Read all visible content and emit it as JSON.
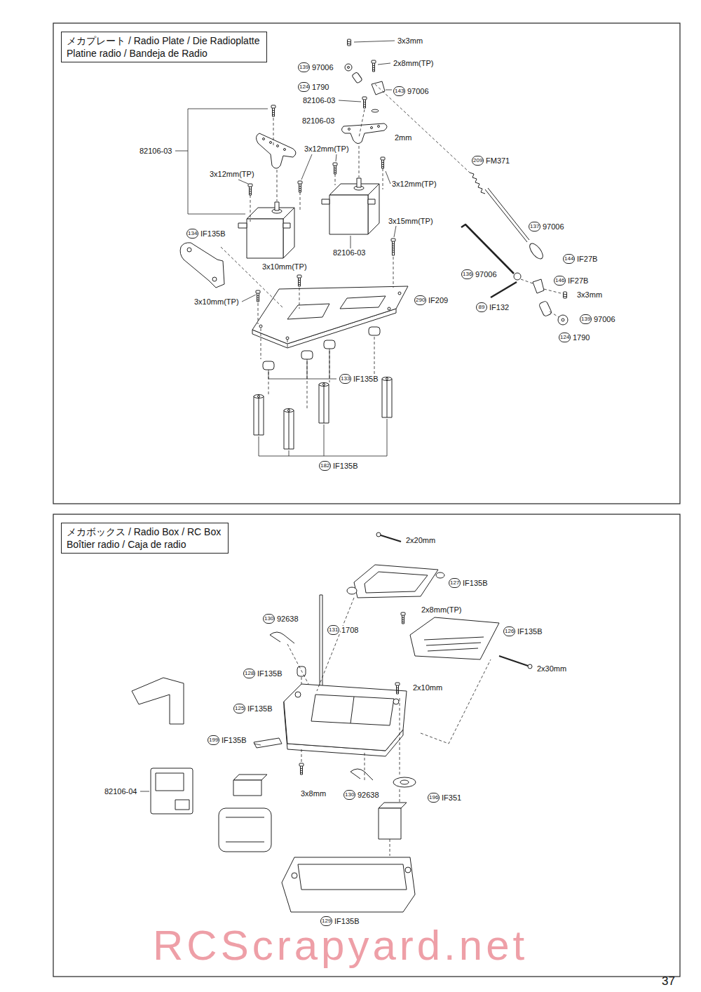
{
  "diagram": {
    "nodes": [
      {
        "text": [
          "メカプレート / Radio Plate / Die Radioplatte",
          "Platine radio / Bandeja de Radio"
        ]
      },
      {
        "text": [
          "メカボックス / Radio Box / RC Box",
          "Boîtier radio / Caja de radio"
        ]
      }
    ],
    "labels": [
      "3x3mm",
      "139",
      "97006",
      "2x8mm(TP)",
      "124",
      "1790",
      "143",
      "97006",
      "82106-03",
      "82106-03",
      "2mm",
      "82106-03",
      "3x12mm(TP)",
      "209",
      "FM371",
      "3x12mm(TP)",
      "3x12mm(TP)",
      "3x15mm(TP)",
      "134",
      "IF135B",
      "137",
      "97006",
      "82106-03",
      "144",
      "IF27B",
      "3x10mm(TP)",
      "136",
      "97006",
      "146",
      "IF27B",
      "3x3mm",
      "3x10mm(TP)",
      "290",
      "IF209",
      "89",
      "IF132",
      "139",
      "97006",
      "124",
      "1790",
      "133",
      "IF135B",
      "182",
      "IF135B",
      "2x20mm",
      "127",
      "IF135B",
      "2x8mm(TP)",
      "130",
      "92638",
      "131",
      "1708",
      "126",
      "IF135B",
      "2x30mm",
      "128",
      "IF135B",
      "2x10mm",
      "125",
      "IF135B",
      "199",
      "IF135B",
      "82106-04",
      "3x8mm",
      "130",
      "92638",
      "196",
      "IF351",
      "129",
      "IF135B",
      "RCScrapyard.net",
      "37"
    ]
  }
}
